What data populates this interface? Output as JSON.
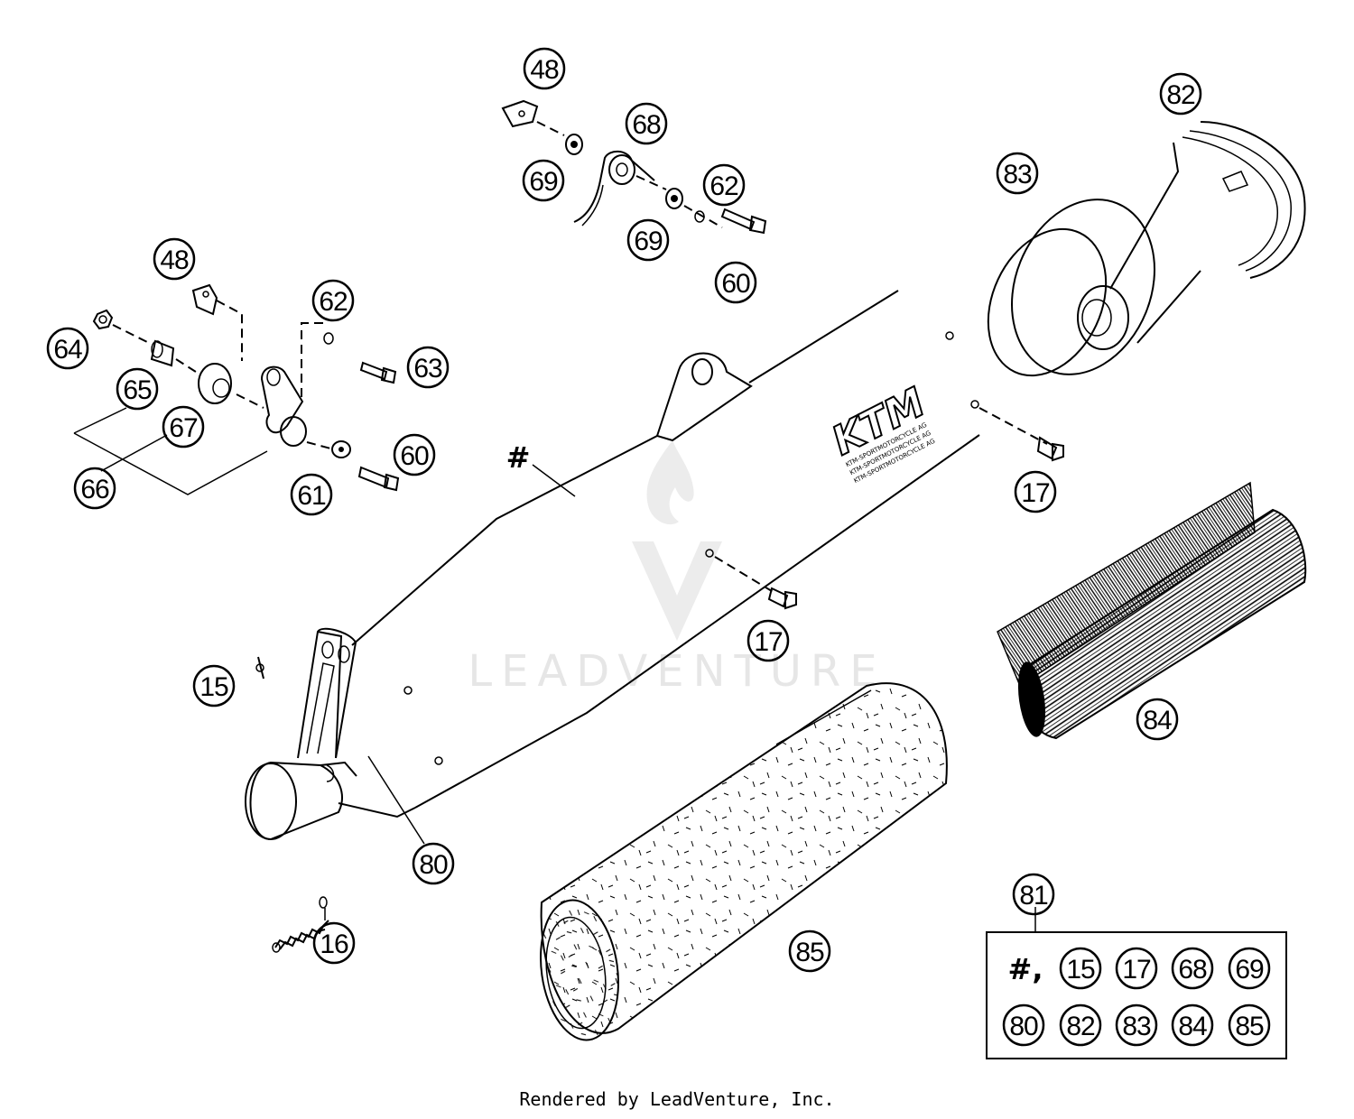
{
  "callouts": {
    "c48_top": "48",
    "c68_top": "68",
    "c69_top_a": "69",
    "c62_top": "62",
    "c69_top_b": "69",
    "c60_top": "60",
    "c48_left": "48",
    "c62_left": "62",
    "c63": "63",
    "c64": "64",
    "c65": "65",
    "c67": "67",
    "c66": "66",
    "c60_left": "60",
    "c61": "61",
    "c82": "82",
    "c83": "83",
    "c17_right": "17",
    "c17_mid": "17",
    "c15": "15",
    "c80": "80",
    "c84": "84",
    "c16": "16",
    "c85": "85",
    "c81": "81"
  },
  "hash_label": "#",
  "kit_box": {
    "prefix": "#,",
    "row1": [
      "15",
      "17",
      "68",
      "69"
    ],
    "row2": [
      "80",
      "82",
      "83",
      "84",
      "85"
    ]
  },
  "brand_logo": {
    "text": "KTM",
    "line1": "KTM-SPORTMOTORCYCLE AG",
    "line2": "KTM-SPORTMOTORCYCLE AG",
    "line3": "KTM-SPORTMOTORCYCLE AG"
  },
  "watermark": "LEADVENTURE",
  "footer": "Rendered by LeadVenture, Inc."
}
